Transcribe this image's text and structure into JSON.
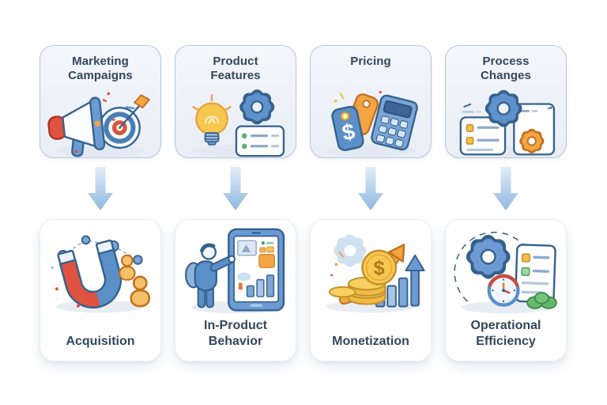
{
  "diagram": {
    "columns": [
      {
        "top": {
          "label": "Marketing Campaigns",
          "icon": "megaphone-target-dart-icon"
        },
        "arrow": {
          "icon": "down-arrow-icon"
        },
        "bottom": {
          "label": "Acquisition",
          "icon": "magnet-people-network-icon"
        }
      },
      {
        "top": {
          "label": "Product Features",
          "icon": "lightbulb-gear-checklist-icon"
        },
        "arrow": {
          "icon": "down-arrow-icon"
        },
        "bottom": {
          "label": "In-Product Behavior",
          "icon": "person-tablet-analytics-icon"
        }
      },
      {
        "top": {
          "label": "Pricing",
          "icon": "price-tags-calculator-icon"
        },
        "arrow": {
          "icon": "down-arrow-icon"
        },
        "bottom": {
          "label": "Monetization",
          "icon": "coins-growth-arrow-chart-icon"
        }
      },
      {
        "top": {
          "label": "Process Changes",
          "icon": "gears-documents-icon"
        },
        "arrow": {
          "icon": "down-arrow-icon"
        },
        "bottom": {
          "label": "Operational Efficiency",
          "icon": "gear-clock-checklist-icon"
        }
      }
    ],
    "colors": {
      "label_text": "#33475b",
      "top_card_bg": "#edf1f8",
      "top_card_border": "#b9c6d8",
      "bottom_card_bg": "#ffffff",
      "bottom_card_border": "#ebedf2",
      "arrow_gradient_top": "#e2ecf7",
      "arrow_gradient_bottom": "#8fb8e0",
      "illustration_outline": "#35618f",
      "illustration_blue": "#5b8fc7",
      "illustration_orange": "#f2a542",
      "illustration_yellow": "#f7c84f",
      "illustration_red": "#df5340",
      "illustration_green": "#66b86e"
    }
  }
}
